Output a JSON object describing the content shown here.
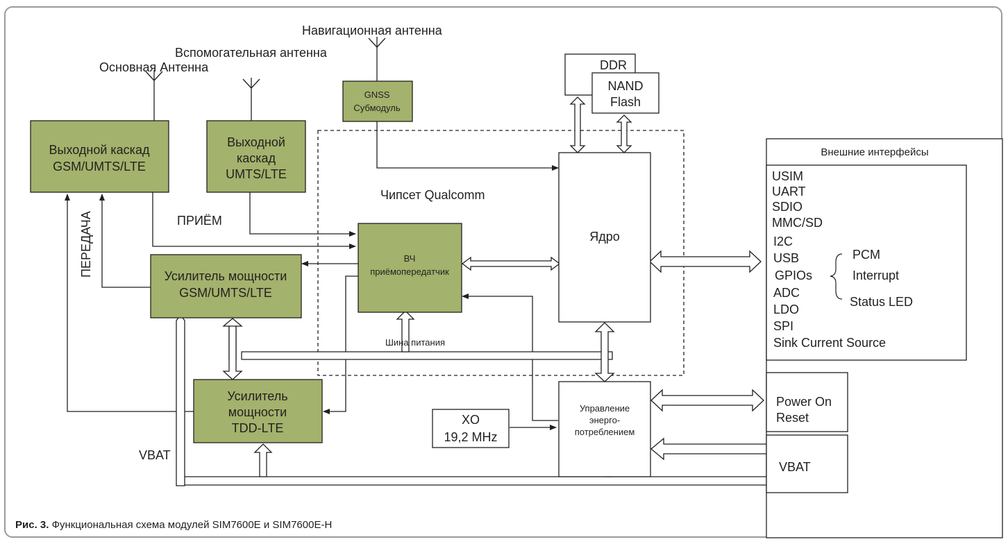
{
  "antennas": {
    "main": "Основная Антенна",
    "aux": "Вспомогательная антенна",
    "nav": "Навигационная антенна"
  },
  "blocks": {
    "output_gsm": [
      "Выходной каскад",
      "GSM/UMTS/LTE"
    ],
    "output_umts": [
      "Выходной",
      "каскад",
      "UMTS/LTE"
    ],
    "gnss": [
      "GNSS",
      "Субмодуль"
    ],
    "ddr": "DDR",
    "nand": [
      "NAND",
      "Flash"
    ],
    "chipset": "Чипсет Qualcomm",
    "core": "Ядро",
    "transceiver": [
      "ВЧ",
      "приёмопередатчик"
    ],
    "pa_gsm": [
      "Усилитель мощности",
      "GSM/UMTS/LTE"
    ],
    "pa_tdd": [
      "Усилитель",
      "мощности",
      "TDD-LTE"
    ],
    "xo": [
      "XO",
      "19,2 MHz"
    ],
    "power_mgmt": [
      "Управление",
      "энерго-",
      "потреблением"
    ],
    "power_on": [
      "Power On",
      "Reset"
    ],
    "vbat_box": "VBAT"
  },
  "labels": {
    "receive": "ПРИЁМ",
    "transmit": "ПЕРЕДАЧА",
    "power_bus": "Шина питания",
    "vbat": "VBAT"
  },
  "interfaces": {
    "title": "Внешние интерфейсы",
    "items": [
      "USIM",
      "UART",
      "SDIO",
      "MMC/SD",
      "I2C",
      "USB",
      "GPIOs",
      "ADC",
      "LDO",
      "SPI",
      "Sink Current Source"
    ],
    "gpio_items": [
      "PCM",
      "Interrupt",
      "Status LED"
    ]
  },
  "caption": {
    "prefix": "Рис. 3.",
    "text": " Функциональная схема модулей SIM7600E и SIM7600E-H"
  },
  "colors": {
    "block_fill": "#a3b26c",
    "line": "#231f20",
    "frame": "#9a9a9a"
  }
}
